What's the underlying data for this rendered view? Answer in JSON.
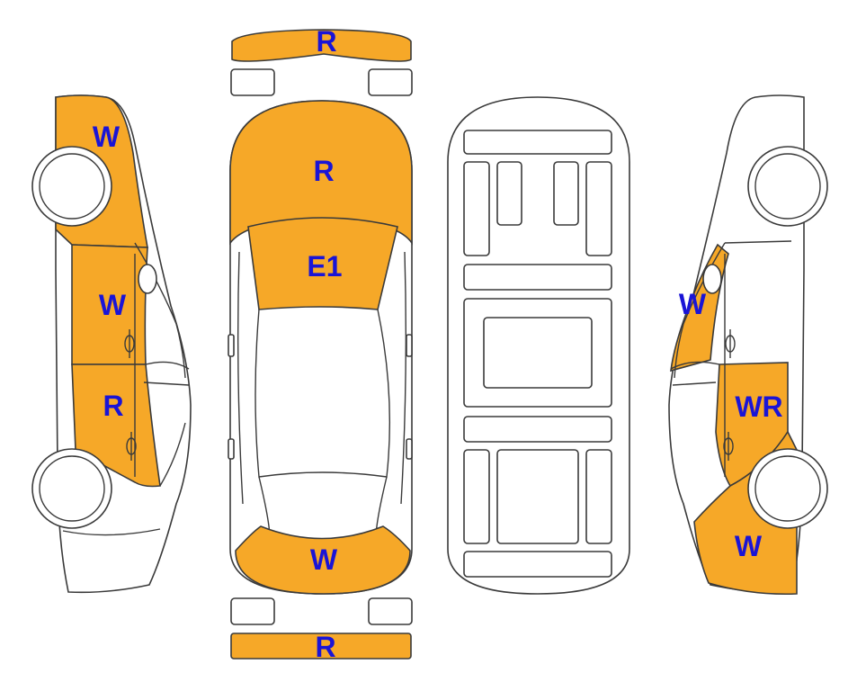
{
  "colors": {
    "damage_fill": "#F6A828",
    "outline": "#3a3a3a",
    "body": "#ffffff",
    "label": "#1a14d6"
  },
  "labels": {
    "front_bumper": "R",
    "hood": "R",
    "windshield": "E1",
    "trunk": "W",
    "rear_bumper": "R",
    "left_front_fender": "W",
    "left_front_door": "W",
    "left_rear_door": "R",
    "right_front_fender": "W",
    "right_rear_door": "WR",
    "right_rear_quarter": "W"
  }
}
